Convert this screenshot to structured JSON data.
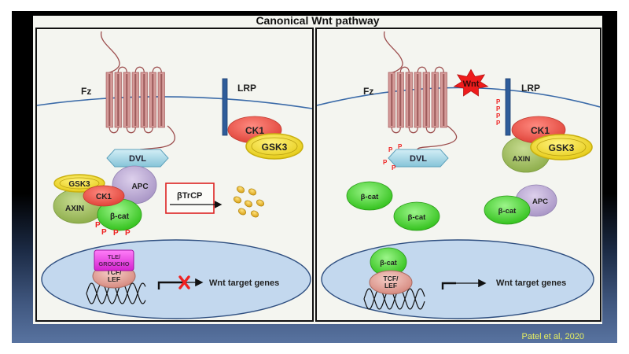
{
  "title": "Canonical Wnt pathway",
  "citation": "Patel et al, 2020",
  "colors": {
    "membrane": "#3a6aa8",
    "fz": "#d49a98",
    "fz_dark": "#9c4d4d",
    "lrp": "#2e5c9a",
    "ck1": "#ee5a50",
    "gsk3": "#f0de3a",
    "axin": "#a7c36a",
    "apc": "#c4b4d8",
    "bcat": "#4fd63b",
    "dvl": "#a9d8e6",
    "tle": "#e33ae0",
    "tcf": "#e6a49a",
    "nucleus": "#c3d8ee",
    "phospho": "#ee2222",
    "citation": "#e8f060",
    "btrcp_box": "#dd2222",
    "debris": "#e8b320"
  },
  "left_panel": {
    "state": "Wnt off",
    "labels": {
      "fz": "Fz",
      "lrp": "LRP",
      "ck1_membrane": "CK1",
      "gsk3_membrane": "GSK3",
      "dvl": "DVL",
      "gsk3": "GSK3",
      "apc": "APC",
      "ck1": "CK1",
      "axin": "AXIN",
      "bcat": "β-cat",
      "btrcp": "βTrCP",
      "tle_line1": "TLE/",
      "tle_line2": "GROUCHO",
      "tcf_line1": "TCF/",
      "tcf_line2": "LEF",
      "target": "Wnt target genes"
    },
    "phospho": [
      "P",
      "P",
      "P",
      "P"
    ],
    "transcription_blocked": true
  },
  "right_panel": {
    "state": "Wnt on",
    "labels": {
      "fz": "Fz",
      "wnt": "Wnt",
      "lrp": "LRP",
      "ck1": "CK1",
      "gsk3": "GSK3",
      "axin": "AXIN",
      "dvl": "DVL",
      "bcat1": "β-cat",
      "bcat2": "β-cat",
      "bcat3": "β-cat",
      "apc": "APC",
      "bcat_nuc": "β-cat",
      "tcf_line1": "TCF/",
      "tcf_line2": "LEF",
      "target": "Wnt target genes"
    },
    "lrp_phospho": [
      "P",
      "P",
      "P",
      "P"
    ],
    "dvl_phospho": [
      "P",
      "P",
      "P",
      "P"
    ],
    "transcription_blocked": false
  }
}
